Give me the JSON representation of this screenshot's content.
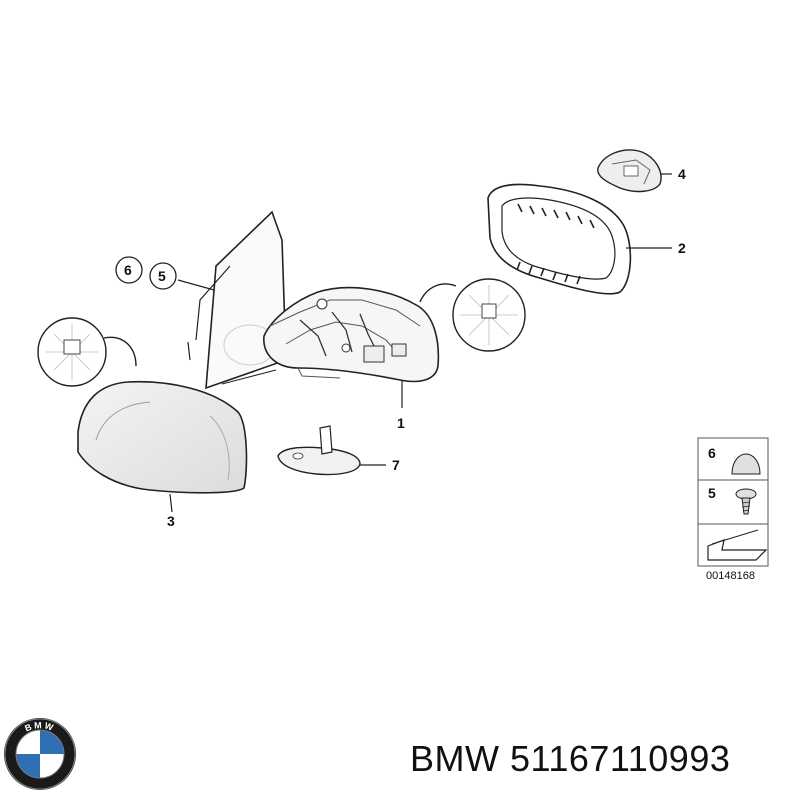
{
  "diagram": {
    "callouts": {
      "c1": "1",
      "c2": "2",
      "c3": "3",
      "c4": "4",
      "c5": "5",
      "c6": "6",
      "c7": "7"
    },
    "legend": {
      "item6": "6",
      "item5": "5",
      "code": "00148168"
    }
  },
  "brand": {
    "logo_letters": "BMW",
    "logo_icon": "bmw-roundel-icon",
    "text": "BMW 51167110993"
  }
}
